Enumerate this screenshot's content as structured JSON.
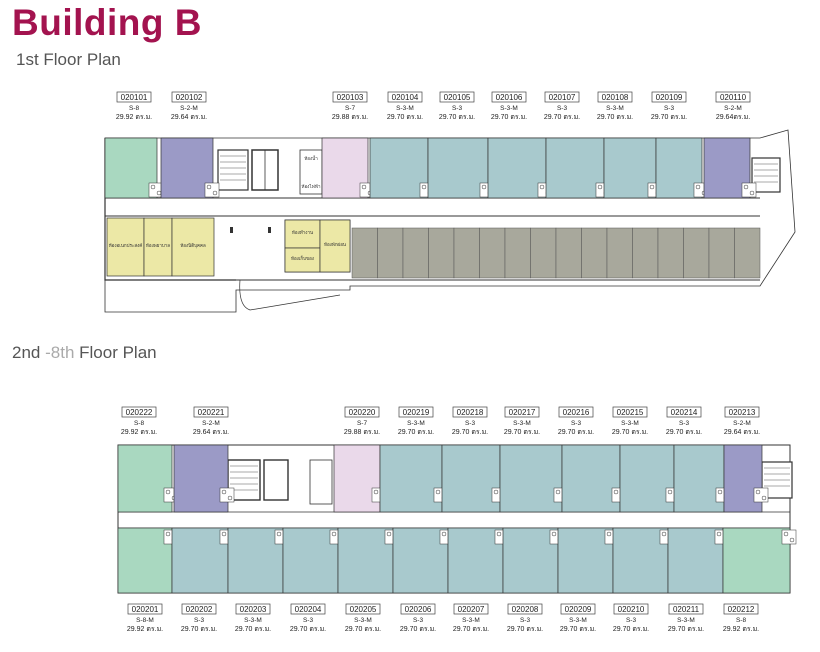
{
  "title": "Building B",
  "floor1_heading": "1st Floor Plan",
  "floor2_heading_num": "2nd",
  "floor2_heading_range": "-8th",
  "floor2_heading_rest": "Floor Plan",
  "colors": {
    "brand": "#a3134f",
    "S-8": "#a9d8c0",
    "S-2-M": "#9b9ac6",
    "S-7": "#ead9ea",
    "S-3": "#a8c9cd",
    "S-3-M": "#a8c9cd",
    "shop": "#ece8a6",
    "parking": "#a8a89c"
  },
  "floor1_units": [
    {
      "code": "020101",
      "type": "S-8",
      "area": "29.92 ตร.ม."
    },
    {
      "code": "020102",
      "type": "S-2-M",
      "area": "29.64 ตร.ม."
    },
    {
      "code": "020103",
      "type": "S-7",
      "area": "29.88 ตร.ม."
    },
    {
      "code": "020104",
      "type": "S-3-M",
      "area": "29.70 ตร.ม."
    },
    {
      "code": "020105",
      "type": "S-3",
      "area": "29.70 ตร.ม."
    },
    {
      "code": "020106",
      "type": "S-3-M",
      "area": "29.70 ตร.ม."
    },
    {
      "code": "020107",
      "type": "S-3",
      "area": "29.70 ตร.ม."
    },
    {
      "code": "020108",
      "type": "S-3-M",
      "area": "29.70 ตร.ม."
    },
    {
      "code": "020109",
      "type": "S-3",
      "area": "29.70 ตร.ม."
    },
    {
      "code": "020110",
      "type": "S-2-M",
      "area": "29.64ตร.ม."
    }
  ],
  "floor1_shops": [
    "ห้องอเนกประสงค์",
    "ห้องพยาบาล",
    "ห้องนิติบุคคล",
    "ห้องทำงาน",
    "ห้องเก็บของ",
    "ห้องพักผ่อน"
  ],
  "floor1_service": [
    "ห้องน้ำ",
    "ห้องไฟฟ้า"
  ],
  "floor2_top_units": [
    {
      "code": "020222",
      "type": "S-8",
      "area": "29.92 ตร.ม."
    },
    {
      "code": "020221",
      "type": "S-2-M",
      "area": "29.64 ตร.ม."
    },
    {
      "code": "020220",
      "type": "S-7",
      "area": "29.88 ตร.ม."
    },
    {
      "code": "020219",
      "type": "S-3-M",
      "area": "29.70 ตร.ม."
    },
    {
      "code": "020218",
      "type": "S-3",
      "area": "29.70 ตร.ม."
    },
    {
      "code": "020217",
      "type": "S-3-M",
      "area": "29.70 ตร.ม."
    },
    {
      "code": "020216",
      "type": "S-3",
      "area": "29.70 ตร.ม."
    },
    {
      "code": "020215",
      "type": "S-3-M",
      "area": "29.70 ตร.ม."
    },
    {
      "code": "020214",
      "type": "S-3",
      "area": "29.70 ตร.ม."
    },
    {
      "code": "020213",
      "type": "S-2-M",
      "area": "29.64 ตร.ม."
    }
  ],
  "floor2_bottom_units": [
    {
      "code": "020201",
      "type": "S-8-M",
      "area": "29.92 ตร.ม."
    },
    {
      "code": "020202",
      "type": "S-3",
      "area": "29.70 ตร.ม."
    },
    {
      "code": "020203",
      "type": "S-3-M",
      "area": "29.70 ตร.ม."
    },
    {
      "code": "020204",
      "type": "S-3",
      "area": "29.70 ตร.ม."
    },
    {
      "code": "020205",
      "type": "S-3-M",
      "area": "29.70 ตร.ม."
    },
    {
      "code": "020206",
      "type": "S-3",
      "area": "29.70 ตร.ม."
    },
    {
      "code": "020207",
      "type": "S-3-M",
      "area": "29.70 ตร.ม."
    },
    {
      "code": "020208",
      "type": "S-3",
      "area": "29.70 ตร.ม."
    },
    {
      "code": "020209",
      "type": "S-3-M",
      "area": "29.70 ตร.ม."
    },
    {
      "code": "020210",
      "type": "S-3",
      "area": "29.70 ตร.ม."
    },
    {
      "code": "020211",
      "type": "S-3-M",
      "area": "29.70 ตร.ม."
    },
    {
      "code": "020212",
      "type": "S-8",
      "area": "29.92 ตร.ม."
    }
  ]
}
